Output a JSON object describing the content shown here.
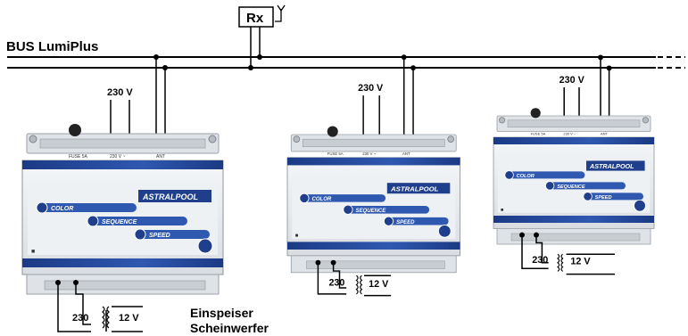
{
  "receiver": {
    "label": "Rx"
  },
  "bus": {
    "label": "BUS LumiPlus"
  },
  "colors": {
    "module_blue": "#1f3f8c",
    "module_body": "#e9ecef",
    "wire": "#000000"
  },
  "modules": [
    {
      "supply_label": "230 V",
      "brand": "ASTRALPOOL",
      "fuse_label": "FUSE 5A",
      "terminal_230": "230 V ~",
      "terminal_ant": "ANT",
      "buttons": [
        "COLOR",
        "SEQUENCE",
        "SPEED"
      ],
      "transformer_primary": "230",
      "transformer_secondary": "12 V"
    },
    {
      "supply_label": "230 V",
      "brand": "ASTRALPOOL",
      "fuse_label": "FUSE 5A",
      "terminal_230": "230 V ~",
      "terminal_ant": "ANT",
      "buttons": [
        "COLOR",
        "SEQUENCE",
        "SPEED"
      ],
      "transformer_primary": "230",
      "transformer_secondary": "12 V"
    },
    {
      "supply_label": "230 V",
      "brand": "ASTRALPOOL",
      "fuse_label": "FUSE 5A",
      "terminal_230": "230 V ~",
      "terminal_ant": "ANT",
      "buttons": [
        "COLOR",
        "SEQUENCE",
        "SPEED"
      ],
      "transformer_primary": "230",
      "transformer_secondary": "12 V"
    }
  ],
  "caption": {
    "line1": "Einspeiser",
    "line2": "Scheinwerfer"
  }
}
